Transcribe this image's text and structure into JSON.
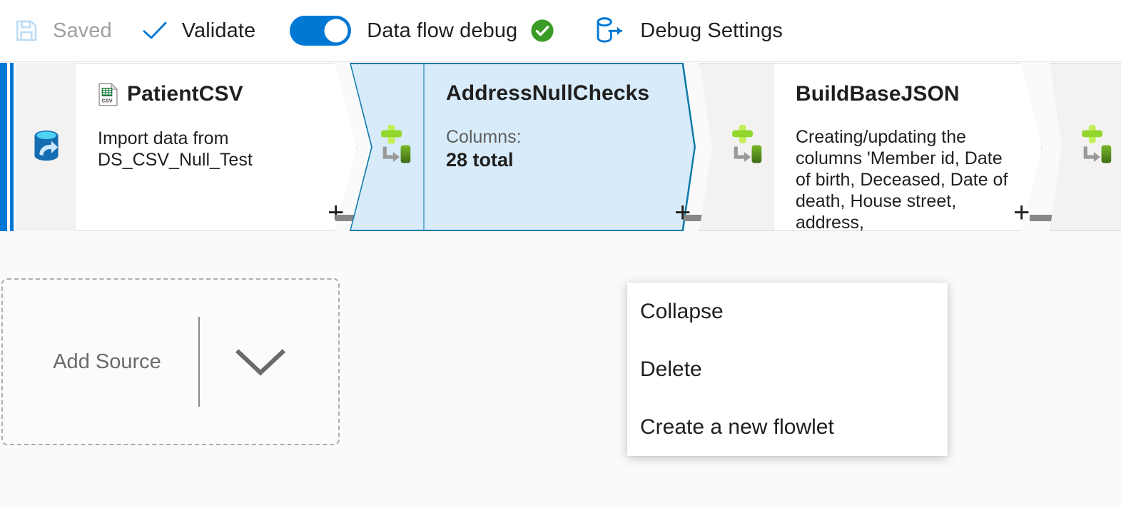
{
  "toolbar": {
    "save": {
      "label": "Saved",
      "icon": "save-floppy-icon",
      "state": "disabled"
    },
    "validate": {
      "label": "Validate",
      "icon": "checkmark-icon"
    },
    "debug_toggle": {
      "label": "Data flow debug",
      "state": "on",
      "status_icon": "success-check-circle-icon"
    },
    "debug_settings": {
      "label": "Debug Settings",
      "icon": "database-export-icon"
    }
  },
  "canvas": {
    "nodes": [
      {
        "name": "PatientCSV",
        "icon": "csv-file-icon",
        "stream_icon": "source-database-icon",
        "description": "Import data from DS_CSV_Null_Test",
        "selected": false,
        "add_label": "+"
      },
      {
        "name": "AddressNullChecks",
        "icon": "derived-column-icon",
        "columns_label": "Columns:",
        "columns_value": "28 total",
        "selected": true,
        "add_label": "+"
      },
      {
        "name": "BuildBaseJSON",
        "icon": "derived-column-icon",
        "description": "Creating/updating the columns 'Member id, Date of birth, Deceased, Date of death, House street, address,",
        "selected": false,
        "add_label": "+"
      },
      {
        "name": "",
        "icon": "derived-column-icon",
        "selected": false
      }
    ],
    "add_source": {
      "label": "Add Source",
      "chevron_icon": "chevron-down-icon"
    }
  },
  "context_menu": {
    "items": [
      {
        "label": "Collapse"
      },
      {
        "label": "Delete"
      },
      {
        "label": "Create a new flowlet"
      }
    ]
  },
  "colors": {
    "accent_blue": "#0078d4",
    "selected_node_border": "#0f7ba8",
    "selected_node_fill": "#d7ebfa",
    "success_green": "#13a10e",
    "canvas_bg": "#fafafa"
  }
}
